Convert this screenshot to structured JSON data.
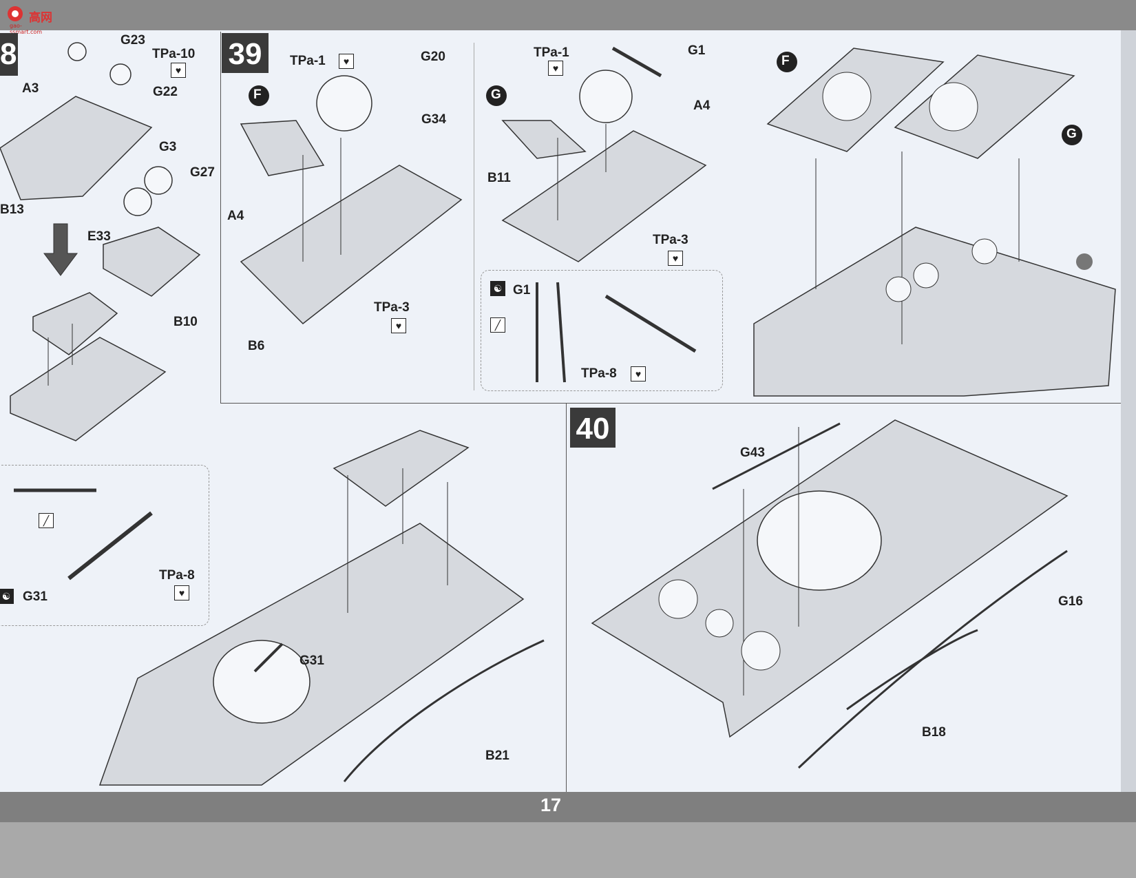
{
  "watermark": {
    "text": "高网",
    "sub": "gao-ssmart.com"
  },
  "page_number": "17",
  "steps": {
    "s38": "8",
    "s39": "39",
    "s40": "40"
  },
  "markers": {
    "F": "F",
    "G": "G"
  },
  "labels": {
    "g23": "G23",
    "tpa10": "TPa-10",
    "a3": "A3",
    "g22": "G22",
    "g3": "G3",
    "g27": "G27",
    "b13": "B13",
    "e33": "E33",
    "b10": "B10",
    "tpa8_left": "TPa-8",
    "g31_left": "G31",
    "tpa1_39": "TPa-1",
    "g20": "G20",
    "g34": "G34",
    "a4_39": "A4",
    "tpa3_39": "TPa-3",
    "b6": "B6",
    "tpa1_g": "TPa-1",
    "g1": "G1",
    "a4_g": "A4",
    "b11": "B11",
    "tpa3_g": "TPa-3",
    "g1_detail": "G1",
    "tpa8_detail": "TPa-8",
    "g31_hull": "G31",
    "b21": "B21",
    "g43": "G43",
    "g16": "G16",
    "b18": "B18"
  }
}
